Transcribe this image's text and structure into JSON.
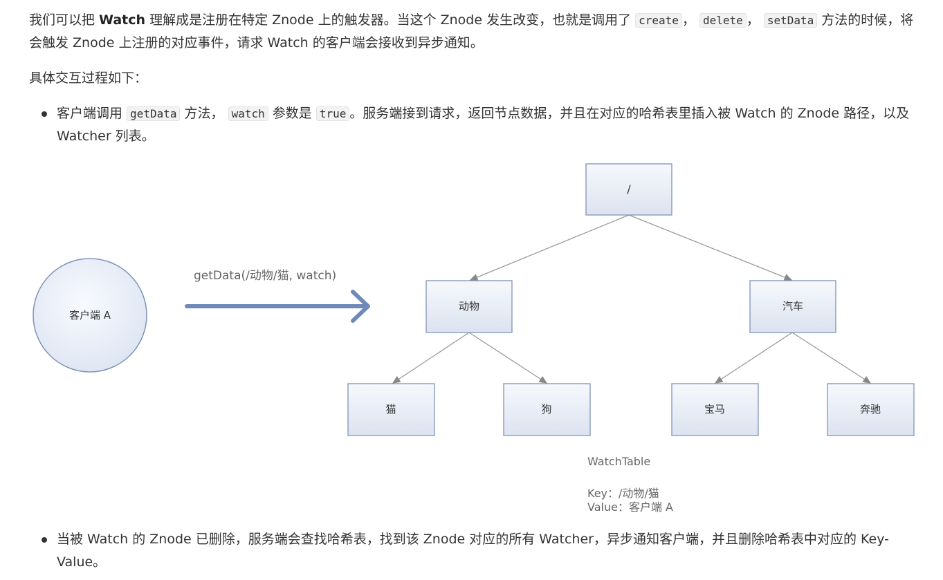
{
  "intro": {
    "t1": "我们可以把 ",
    "watch_bold": "Watch",
    "t2": " 理解成是注册在特定 Znode 上的触发器。当这个 Znode 发生改变，也就是调用了 ",
    "code_create": "create",
    "sep1": "， ",
    "code_delete": "delete",
    "sep2": "， ",
    "code_setdata": "setData",
    "t3": " 方法的时候，将会触发 Znode 上注册的对应事件，请求 Watch 的客户端会接收到异步通知。"
  },
  "process_heading": "具体交互过程如下：",
  "bullet1": {
    "t1": "客户端调用 ",
    "code_getdata": "getData",
    "t2": " 方法， ",
    "code_watch": "watch",
    "t3": " 参数是 ",
    "code_true": "true",
    "t4": "。服务端接到请求，返回节点数据，并且在对应的哈希表里插入被 Watch 的 Znode 路径，以及 Watcher 列表。"
  },
  "diagram": {
    "client_label": "客户端 A",
    "arrow_label": "getData(/动物/猫, watch)",
    "nodes": {
      "root": "/",
      "animal": "动物",
      "car": "汽车",
      "cat": "猫",
      "dog": "狗",
      "bmw": "宝马",
      "benz": "奔驰"
    },
    "watch_table": {
      "title": "WatchTable",
      "key_line": "Key：/动物/猫",
      "value_line": "Value：客户端 A"
    }
  },
  "bullet2": {
    "text": "当被 Watch 的 Znode 已删除，服务端会查找哈希表，找到该 Znode 对应的所有 Watcher，异步通知客户端，并且删除哈希表中对应的 Key-Value。"
  },
  "colors": {
    "text": "#333333",
    "node_fill_top": "#f4f6fb",
    "node_fill_bottom": "#dde4f1",
    "node_border": "#7f93b8",
    "arrow": "#6f8ab8"
  }
}
